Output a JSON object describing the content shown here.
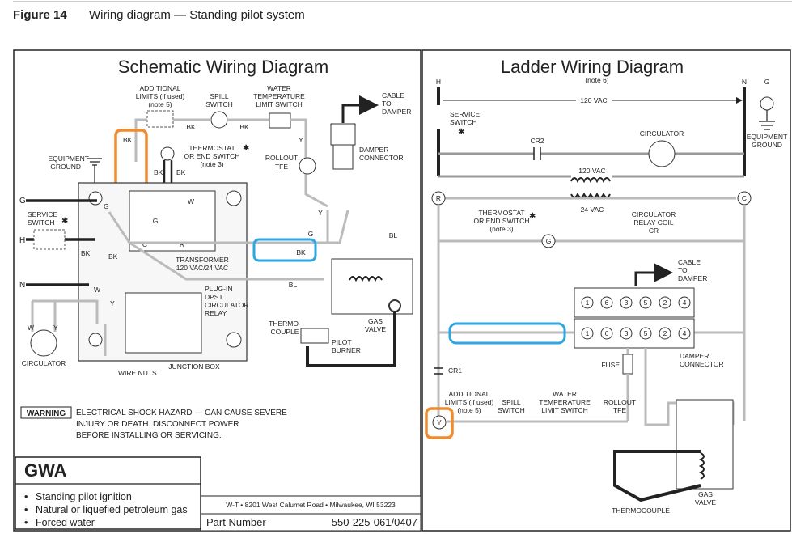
{
  "figure": {
    "label": "Figure 14",
    "title": "Wiring diagram — Standing pilot system"
  },
  "schematic": {
    "title": "Schematic Wiring Diagram",
    "additional_limits": [
      "ADDITIONAL",
      "LIMITS (if used)",
      "(note 5)"
    ],
    "spill_switch": [
      "SPILL",
      "SWITCH"
    ],
    "water_temp_switch": [
      "WATER",
      "TEMPERATURE",
      "LIMIT SWITCH"
    ],
    "cable_to_damper": [
      "CABLE",
      "TO",
      "DAMPER"
    ],
    "bk": "BK",
    "y": "Y",
    "g": "G",
    "w": "W",
    "h": "H",
    "n": "N",
    "c": "C",
    "r": "R",
    "bl": "BL",
    "thermostat": [
      "THERMOSTAT",
      "OR END SWITCH",
      "(note 3)"
    ],
    "rollout": [
      "ROLLOUT",
      "TFE"
    ],
    "damper_connector": [
      "DAMPER",
      "CONNECTOR"
    ],
    "equipment_ground": [
      "EQUIPMENT",
      "GROUND"
    ],
    "service_switch": [
      "SERVICE",
      "SWITCH"
    ],
    "transformer": [
      "TRANSFORMER",
      "120 VAC/24 VAC"
    ],
    "relay": [
      "PLUG-IN",
      "DPST",
      "CIRCULATOR",
      "RELAY"
    ],
    "thermocouple": [
      "THERMO-",
      "COUPLE"
    ],
    "pilot_burner": [
      "PILOT",
      "BURNER"
    ],
    "gas_valve": [
      "GAS",
      "VALVE"
    ],
    "circulator": "CIRCULATOR",
    "wire_nuts": "WIRE NUTS",
    "junction_box": "JUNCTION BOX"
  },
  "warning": {
    "badge": "WARNING",
    "lines": [
      "ELECTRICAL SHOCK HAZARD — CAN CAUSE SEVERE",
      "INJURY OR DEATH.  DISCONNECT POWER",
      "BEFORE INSTALLING OR SERVICING."
    ]
  },
  "gwa": {
    "title": "GWA",
    "bullets": [
      "Standing pilot ignition",
      "Natural or liquefied petroleum gas",
      "Forced water"
    ]
  },
  "footer": {
    "address": "W-T • 8201 West Calumet Road • Milwaukee, WI 53223",
    "part_label": "Part Number",
    "part_number": "550-225-061/0407"
  },
  "ladder": {
    "title": "Ladder Wiring Diagram",
    "h": "H",
    "n": "N",
    "g": "G",
    "note6": "(note 6)",
    "vac120": "120 VAC",
    "service_switch": [
      "SERVICE",
      "SWITCH"
    ],
    "cr2": "CR2",
    "circulator": "CIRCULATOR",
    "equipment_ground": [
      "EQUIPMENT",
      "GROUND"
    ],
    "transformer_top": "120 VAC",
    "transformer_bottom": "24 VAC",
    "r": "R",
    "c": "C",
    "thermostat": [
      "THERMOSTAT",
      "OR END SWITCH",
      "(note 3)"
    ],
    "relay_coil": [
      "CIRCULATOR",
      "RELAY COIL",
      "CR"
    ],
    "cable_to_damper": [
      "CABLE",
      "TO",
      "DAMPER"
    ],
    "pins": [
      "1",
      "6",
      "3",
      "5",
      "2",
      "4"
    ],
    "fuse": "FUSE",
    "damper_connector": [
      "DAMPER",
      "CONNECTOR"
    ],
    "cr1": "CR1",
    "additional_limits": [
      "ADDITIONAL",
      "LIMITS (if used)",
      "(note 5)"
    ],
    "spill_switch": [
      "SPILL",
      "SWITCH"
    ],
    "water_temp_switch": [
      "WATER",
      "TEMPERATURE",
      "LIMIT SWITCH"
    ],
    "rollout": [
      "ROLLOUT",
      "TFE"
    ],
    "y": "Y",
    "gas_valve": [
      "GAS",
      "VALVE"
    ],
    "thermocouple": "THERMOCOUPLE"
  },
  "highlight_colors": {
    "orange": "#f28a2e",
    "blue": "#2ea6df"
  }
}
